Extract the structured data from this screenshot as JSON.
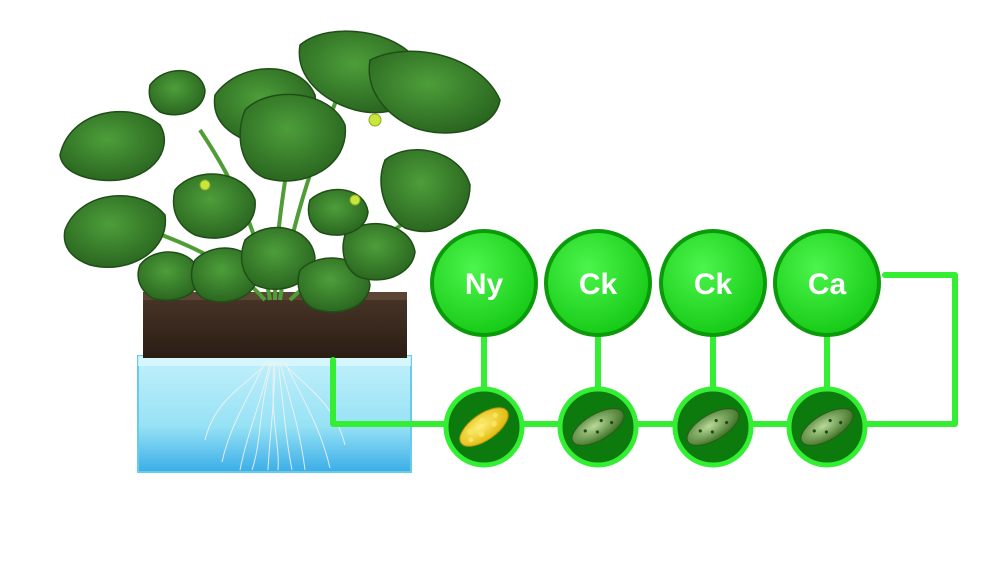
{
  "diagram": {
    "nodes": [
      {
        "id": "node-1",
        "label": "Ny",
        "fruit": "yellow-cucumber-icon"
      },
      {
        "id": "node-2",
        "label": "Ck",
        "fruit": "cucumber-icon"
      },
      {
        "id": "node-3",
        "label": "Ck",
        "fruit": "cucumber-icon"
      },
      {
        "id": "node-4",
        "label": "Ca",
        "fruit": "cucumber-icon"
      }
    ],
    "colors": {
      "node_fill": "#22e022",
      "node_stroke": "#0a9a0a",
      "connector": "#33ee33",
      "leaf": "#3f8f2f",
      "leaf_dark": "#2c6e22",
      "soil": "#3a2a1f",
      "water": "#8fe0f5",
      "water_deep": "#2aa7e6",
      "yellow_fruit": "#f2d21a",
      "green_fruit": "#5c8f3a"
    }
  }
}
